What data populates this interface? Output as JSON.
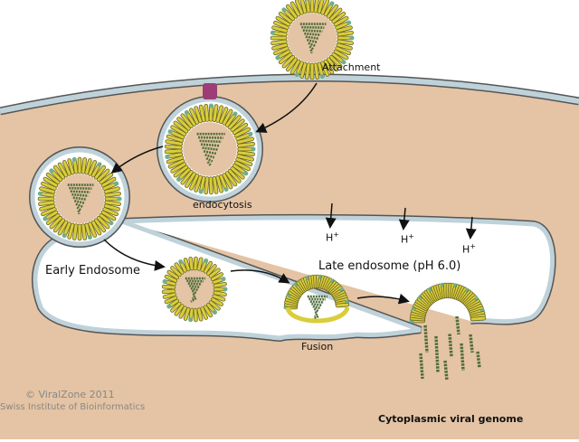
{
  "labels": {
    "attachment": "Attachment",
    "endocytosis": "endocytosis",
    "early_endosome": "Early Endosome",
    "late_endosome": "Late endosome (pH 6.0)",
    "fusion": "Fusion",
    "proton": "H",
    "proton_sup": "+",
    "genome": "Cytoplasmic viral genome"
  },
  "credits": {
    "line1": "© ViralZone 2011",
    "line2": "Swiss Institute of Bioinformatics"
  },
  "colors": {
    "cytoplasm": "#e4c4a4",
    "membrane": "#bfd2da",
    "spike": "#d9cd3c",
    "genome": "#4f6d3c",
    "receptor": "#9c3d78"
  }
}
